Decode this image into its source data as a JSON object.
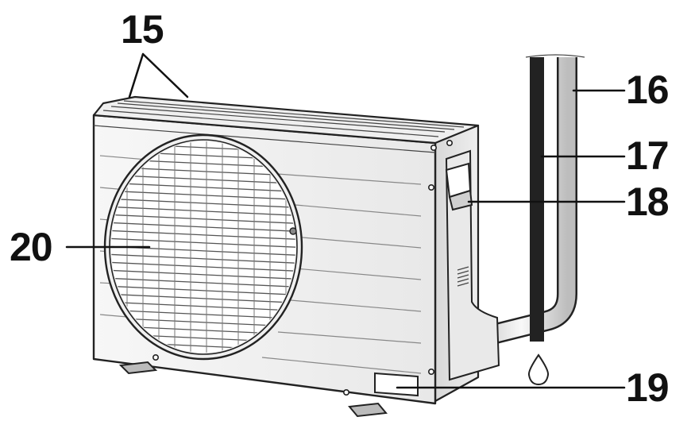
{
  "figure": {
    "subject": "Outdoor air conditioner unit",
    "callouts": [
      {
        "id": "15",
        "label": "15"
      },
      {
        "id": "16",
        "label": "16"
      },
      {
        "id": "17",
        "label": "17"
      },
      {
        "id": "18",
        "label": "18"
      },
      {
        "id": "19",
        "label": "19"
      },
      {
        "id": "20",
        "label": "20"
      }
    ]
  },
  "colors": {
    "outline": "#222222",
    "body_light": "#f4f4f4",
    "body_shade": "#d9d9d9",
    "side_panel": "#e6e6e6",
    "grille_dark": "#555555"
  }
}
